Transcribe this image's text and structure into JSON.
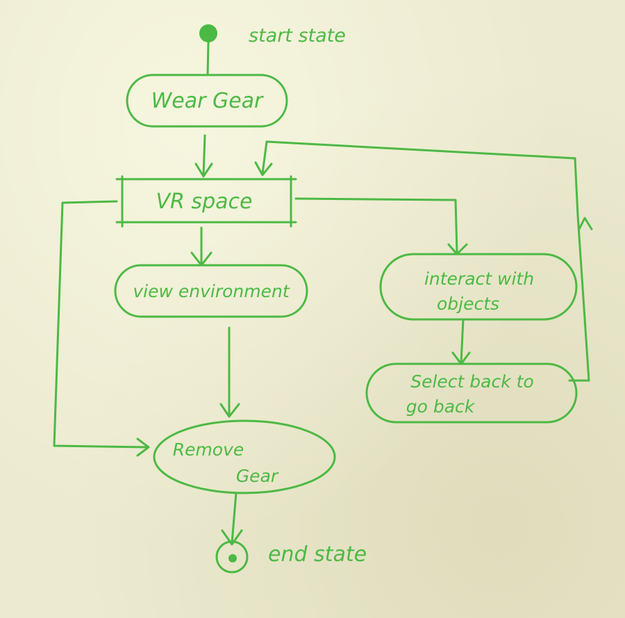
{
  "colors": {
    "ink": "#4cb944",
    "paper": "#ecead0"
  },
  "diagram": {
    "start_label": "start state",
    "end_label": "end state",
    "nodes": {
      "wear_gear": "Wear Gear",
      "vr_space": "VR space",
      "view_environment": "view environment",
      "interact_line1": "interact with",
      "interact_line2": "objects",
      "select_back_line1": "Select back to",
      "select_back_line2": "go back",
      "remove_gear_line1": "Remove",
      "remove_gear_line2": "Gear"
    }
  }
}
